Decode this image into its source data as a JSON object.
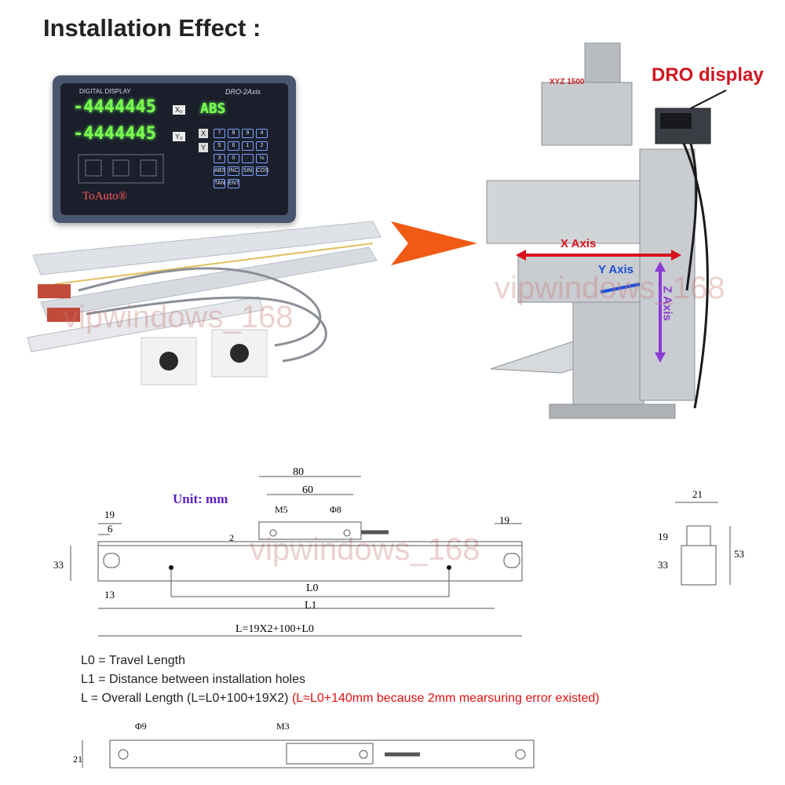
{
  "title": "Installation Effect :",
  "dro": {
    "header": "DIGITAL DISPLAY",
    "model": "DRO-2Axis",
    "x_value": "-4444445",
    "y_value": "-4444445",
    "x_label": "X₀",
    "y_label": "Y₀",
    "mode": "ABS",
    "brand": "ToAuto®",
    "axis_x": "X",
    "axis_y": "Y",
    "keys": [
      "7",
      "8",
      "9",
      "4",
      "5",
      "6",
      "1",
      "2",
      "3",
      "0",
      "·",
      "½",
      "ABS",
      "INC",
      "SIN",
      "COS",
      "TAN",
      "ENT"
    ]
  },
  "machine": {
    "badge": "XYZ 1500",
    "callout": "DRO display",
    "x_axis": "X Axis",
    "y_axis": "Y Axis",
    "z_axis": "Z Axis"
  },
  "watermark": "vipwindows_168",
  "drawing": {
    "unit": "Unit: mm",
    "dims": {
      "d80": "80",
      "d60": "60",
      "m5": "M5",
      "phi8": "Φ8",
      "d2": "2",
      "d19a": "19",
      "d6": "6",
      "d19b": "19",
      "d33": "33",
      "d13": "13",
      "l0": "L0",
      "l1": "L1",
      "l": "L=19X2+100+L0",
      "s21": "21",
      "s19": "19",
      "s33": "33",
      "s53": "53",
      "b9": "Φ9",
      "bm3": "M3",
      "b21": "21"
    }
  },
  "legend": {
    "line1": "L0 = Travel Length",
    "line2": "L1 = Distance between installation holes",
    "line3_black": "L = Overall Length (L=L0+100+19X2)",
    "line3_red": "(L≈L0+140mm because 2mm mearsuring error existed)"
  },
  "colors": {
    "arrow": "#f05a14",
    "callout": "#d0151f",
    "x_axis": "#d8121c",
    "y_axis": "#1d4fd8",
    "z_axis": "#8a3bd6",
    "unit": "#5b1ec2"
  }
}
